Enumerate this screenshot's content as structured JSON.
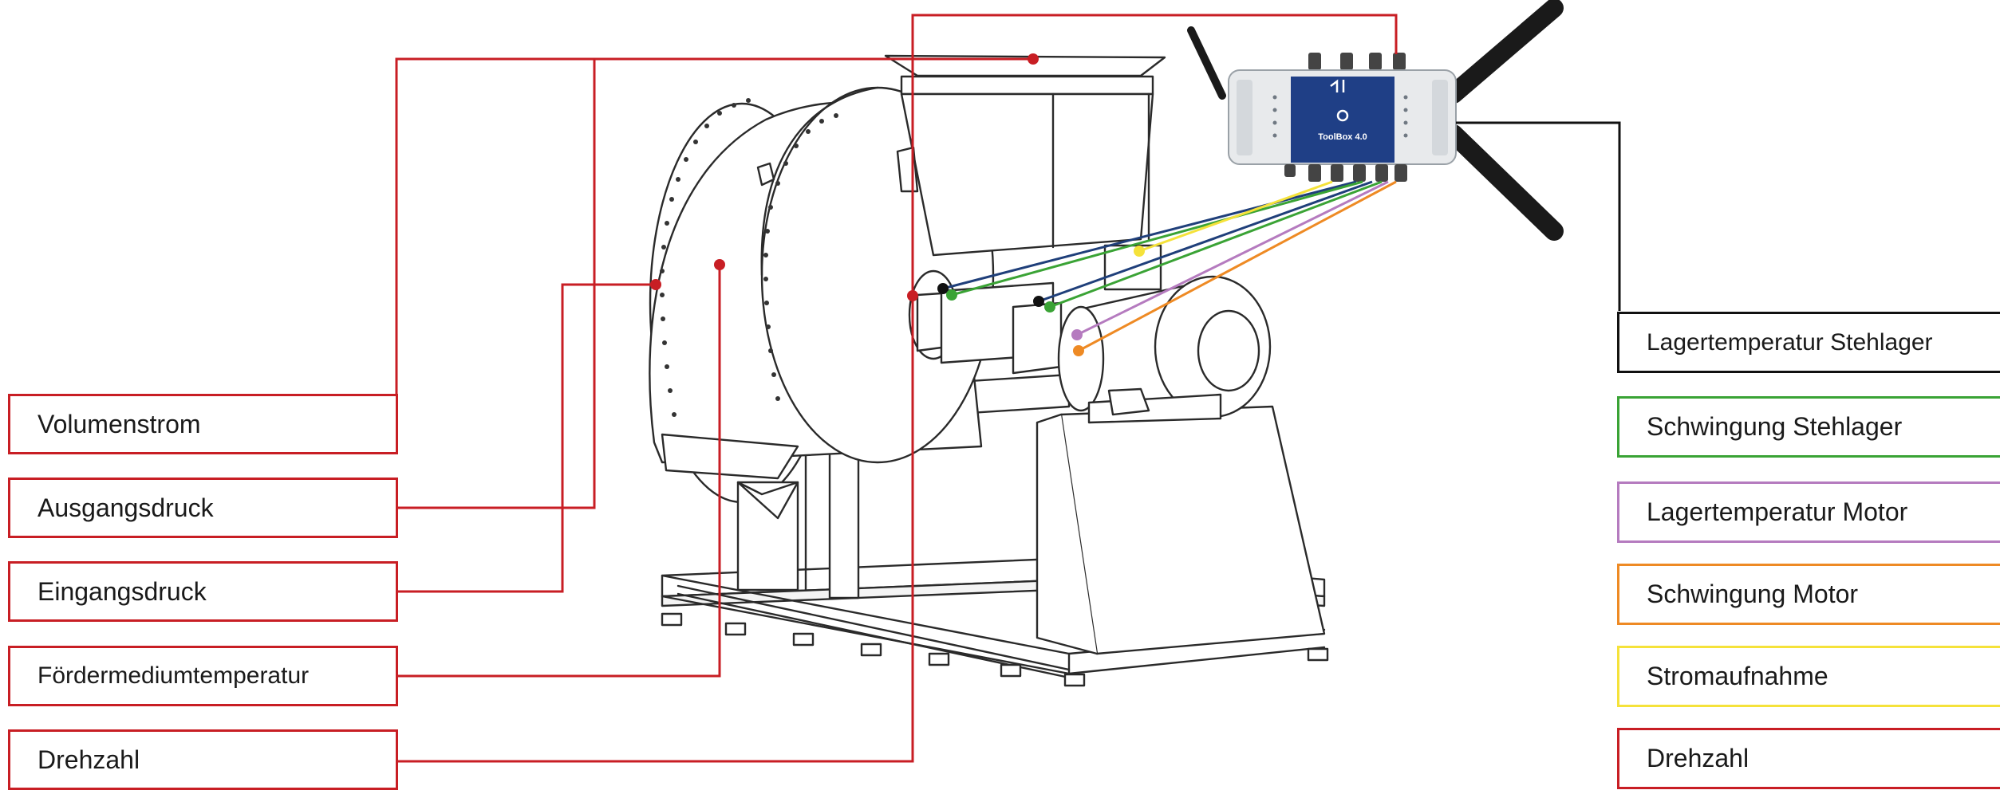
{
  "colors": {
    "red": "#c81e24",
    "black": "#111111",
    "green": "#3aa335",
    "purple": "#b57bbf",
    "orange": "#ee8a24",
    "yellow": "#f5e23a",
    "navy": "#1f3f7a",
    "device_blue": "#1f3f86"
  },
  "left_labels": [
    {
      "text": "Volumenstrom",
      "color": "#c81e24"
    },
    {
      "text": "Ausgangsdruck",
      "color": "#c81e24"
    },
    {
      "text": "Eingangsdruck",
      "color": "#c81e24"
    },
    {
      "text": "Fördermediumtemperatur",
      "color": "#c81e24"
    },
    {
      "text": "Drehzahl",
      "color": "#c81e24"
    }
  ],
  "right_labels": [
    {
      "text": "Lagertemperatur Stehlager",
      "color": "#111111"
    },
    {
      "text": "Schwingung Stehlager",
      "color": "#3aa335"
    },
    {
      "text": "Lagertemperatur Motor",
      "color": "#b57bbf"
    },
    {
      "text": "Schwingung Motor",
      "color": "#ee8a24"
    },
    {
      "text": "Stromaufnahme",
      "color": "#f5e23a"
    },
    {
      "text": "Drehzahl",
      "color": "#c81e24"
    }
  ],
  "device": {
    "name": "ToolBox 4.0"
  }
}
